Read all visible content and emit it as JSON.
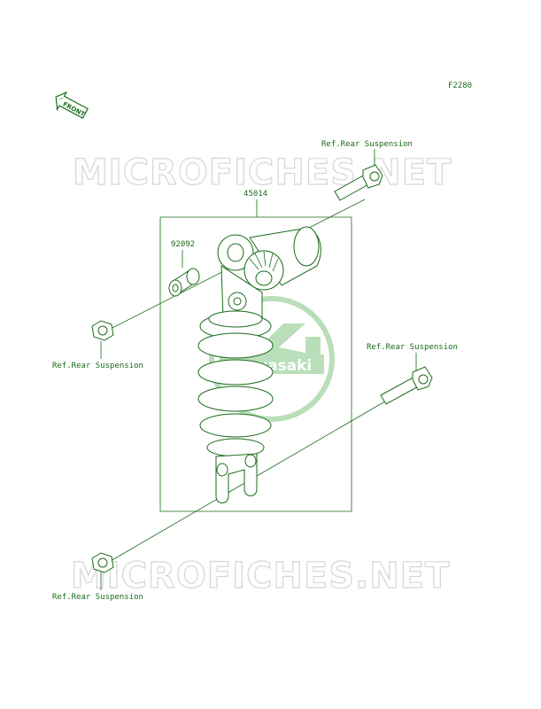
{
  "diagram": {
    "code": "F2280",
    "front_label": "FRONT",
    "watermark": "MICROFICHES.NET",
    "brand_logo": "Kawasaki",
    "colors": {
      "ink": "#1a6b1a",
      "watermark": "#d6d6d6",
      "logo": "#b9deb9"
    },
    "part_numbers": {
      "shock_absorber": "45014",
      "bushing": "92092"
    },
    "references": {
      "top_bolt": "Ref.Rear Suspension",
      "upper_nut": "Ref.Rear Suspension",
      "lower_bolt": "Ref.Rear Suspension",
      "lower_nut": "Ref.Rear Suspension"
    }
  }
}
